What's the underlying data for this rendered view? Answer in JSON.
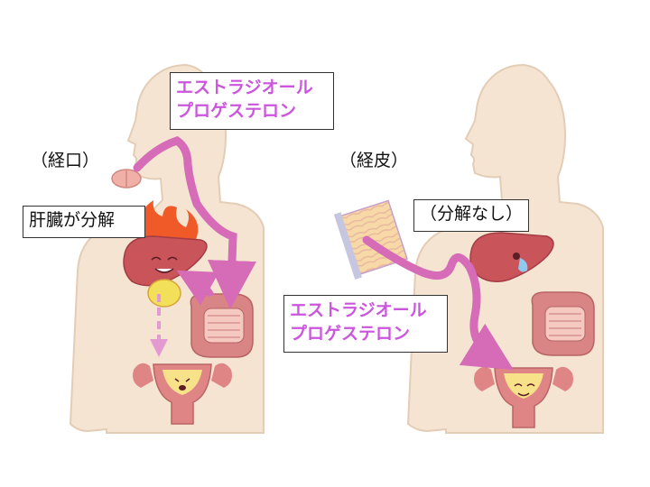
{
  "oral": {
    "route_label": "（経口）",
    "liver_label": "肝臓が分解",
    "hormones": [
      "エストラジオール",
      "プロゲステロン"
    ]
  },
  "transdermal": {
    "route_label": "（経皮）",
    "note_label": "（分解なし）",
    "hormones": [
      "エストラジオール",
      "プロゲステロン"
    ]
  },
  "colors": {
    "body": "#f5e4d2",
    "body_outline": "#e3cdb6",
    "arrow": "#d66bb8",
    "hormone_text": "#cc55dd",
    "liver": "#c9545a",
    "intestine": "#d98585",
    "uterus": "#e08585",
    "flame": "#f05a28"
  },
  "icons": [
    "pill-icon",
    "patch-icon",
    "liver-icon",
    "intestine-icon",
    "uterus-icon",
    "flame-icon"
  ]
}
